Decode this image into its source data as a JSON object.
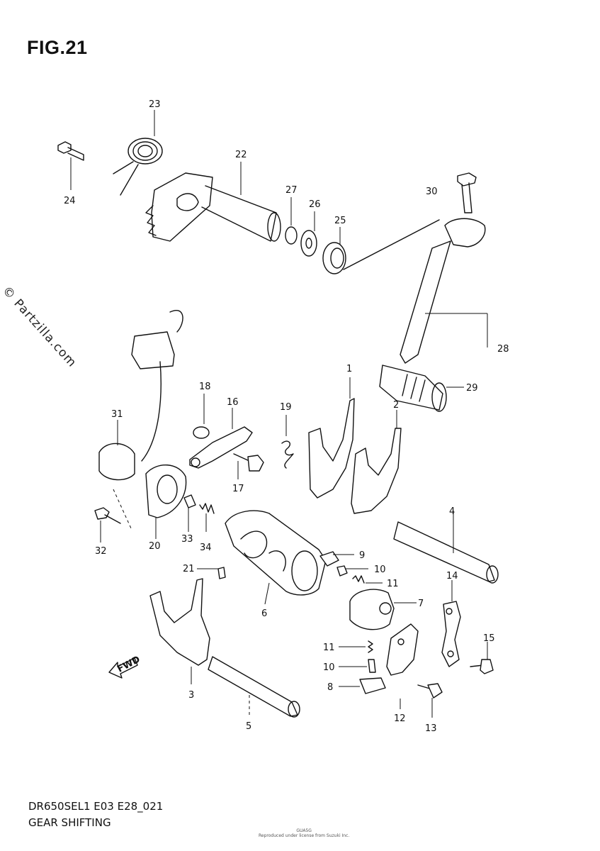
{
  "figure": {
    "title": "FIG.21",
    "watermark": "© Partzilla.com",
    "footer_code": "DR650SEL1 E03 E28_021",
    "footer_name": "GEAR SHIFTING",
    "fine_print_1": "GUA5G",
    "fine_print_2": "Reproduced under license from Suzuki Inc."
  },
  "callouts": [
    {
      "id": "c1",
      "label": "1"
    },
    {
      "id": "c2",
      "label": "2"
    },
    {
      "id": "c3",
      "label": "3"
    },
    {
      "id": "c4",
      "label": "4"
    },
    {
      "id": "c5",
      "label": "5"
    },
    {
      "id": "c6",
      "label": "6"
    },
    {
      "id": "c7",
      "label": "7"
    },
    {
      "id": "c8",
      "label": "8"
    },
    {
      "id": "c9",
      "label": "9"
    },
    {
      "id": "c10a",
      "label": "10"
    },
    {
      "id": "c10b",
      "label": "10"
    },
    {
      "id": "c11a",
      "label": "11"
    },
    {
      "id": "c11b",
      "label": "11"
    },
    {
      "id": "c12",
      "label": "12"
    },
    {
      "id": "c13",
      "label": "13"
    },
    {
      "id": "c14",
      "label": "14"
    },
    {
      "id": "c15",
      "label": "15"
    },
    {
      "id": "c16",
      "label": "16"
    },
    {
      "id": "c17",
      "label": "17"
    },
    {
      "id": "c18",
      "label": "18"
    },
    {
      "id": "c19",
      "label": "19"
    },
    {
      "id": "c20",
      "label": "20"
    },
    {
      "id": "c21",
      "label": "21"
    },
    {
      "id": "c22",
      "label": "22"
    },
    {
      "id": "c23",
      "label": "23"
    },
    {
      "id": "c24",
      "label": "24"
    },
    {
      "id": "c25",
      "label": "25"
    },
    {
      "id": "c26",
      "label": "26"
    },
    {
      "id": "c27",
      "label": "27"
    },
    {
      "id": "c28",
      "label": "28"
    },
    {
      "id": "c29",
      "label": "29"
    },
    {
      "id": "c30",
      "label": "30"
    },
    {
      "id": "c31",
      "label": "31"
    },
    {
      "id": "c32",
      "label": "32"
    },
    {
      "id": "c33",
      "label": "33"
    },
    {
      "id": "c34",
      "label": "34"
    }
  ],
  "fwd_label": "FWD"
}
